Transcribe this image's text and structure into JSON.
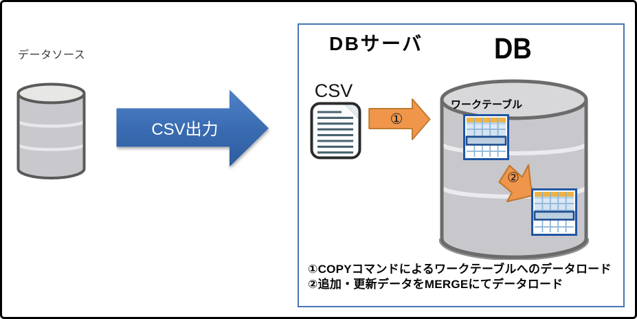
{
  "diagram": {
    "source": {
      "label": "データソース"
    },
    "flow_arrow": {
      "label": "CSV出力"
    },
    "server_box": {
      "title": "DBサーバ",
      "csv_file_label": "CSV",
      "database_title": "DB",
      "work_table_label": "ワークテーブル",
      "step1_marker": "①",
      "step2_marker": "②",
      "notes": [
        "①COPYコマンドによるワークテーブルへのデータロード",
        "②追加・更新データをMERGEにてデータロード"
      ]
    },
    "colors": {
      "outer_border": "#000000",
      "server_box_border": "#4575B5",
      "flow_arrow_blue_top": "#4E80C6",
      "flow_arrow_blue_bottom": "#2E5C9E",
      "step_arrow_orange": "#F0964B",
      "step_arrow_orange_border": "#BF7A30",
      "cylinder_body_gray": "#C8C8CC",
      "cylinder_top_gray": "#DADADC",
      "cylinder_border_gray": "#6A6A6A",
      "table_header_orange": "#F0B342",
      "table_icon_border_blue": "#1F56A4",
      "table_highlight_row": "#BCCFE1",
      "document_line_slate": "#47626F"
    }
  }
}
